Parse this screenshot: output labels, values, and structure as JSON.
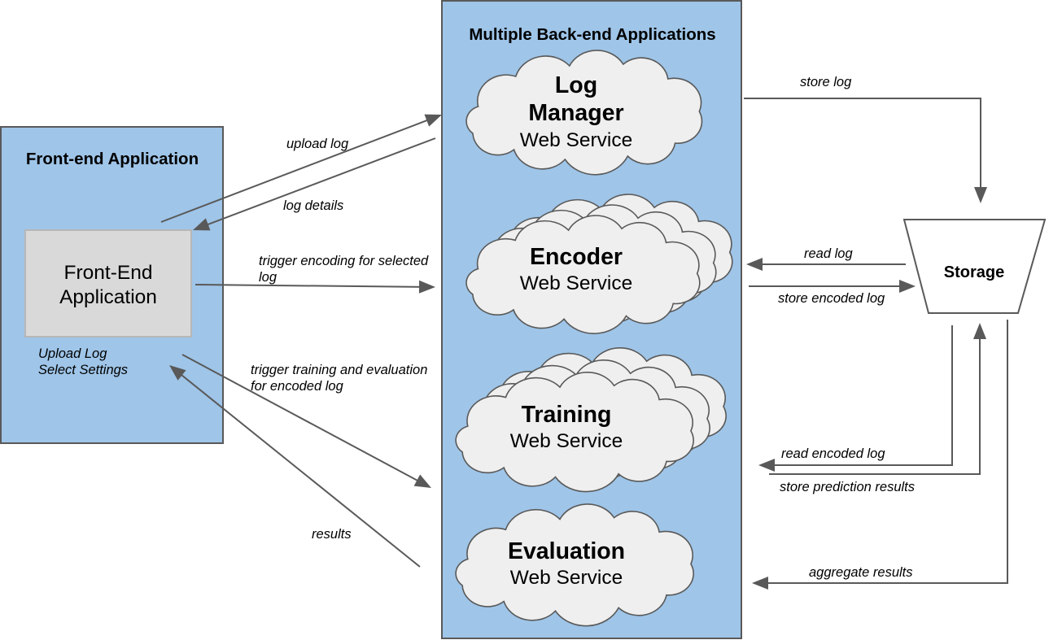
{
  "colors": {
    "panel_fill": "#9fc5e8",
    "panel_border": "#595959",
    "app_box_fill": "#d9d9d9",
    "app_box_border": "#b7b7b7",
    "cloud_fill": "#efefef",
    "cloud_border": "#595959",
    "storage_fill": "#ffffff",
    "storage_border": "#595959",
    "arrow": "#595959",
    "text": "#000000"
  },
  "frontend": {
    "title": "Front-end Application",
    "app_box": {
      "lines": [
        "Front-End",
        "Application"
      ]
    },
    "notes": [
      "Upload Log",
      "Select Settings"
    ]
  },
  "backend": {
    "title": "Multiple Back-end Applications",
    "services": [
      {
        "name_lines": [
          "Log",
          "Manager"
        ],
        "subtitle": "Web Service"
      },
      {
        "name_lines": [
          "Encoder"
        ],
        "subtitle": "Web Service"
      },
      {
        "name_lines": [
          "Training"
        ],
        "subtitle": "Web Service"
      },
      {
        "name_lines": [
          "Evaluation"
        ],
        "subtitle": "Web Service"
      }
    ]
  },
  "storage": {
    "label": "Storage"
  },
  "flows": {
    "upload_log": "upload log",
    "log_details": "log details",
    "trigger_encoding": [
      "trigger encoding for selected",
      "log"
    ],
    "trigger_training": [
      "trigger training and evaluation",
      "for encoded log"
    ],
    "results": "results",
    "store_log": "store log",
    "read_log": "read log",
    "store_encoded_log": "store encoded log",
    "read_encoded_log": "read encoded log",
    "store_prediction_results": "store prediction results",
    "aggregate_results": "aggregate results"
  }
}
